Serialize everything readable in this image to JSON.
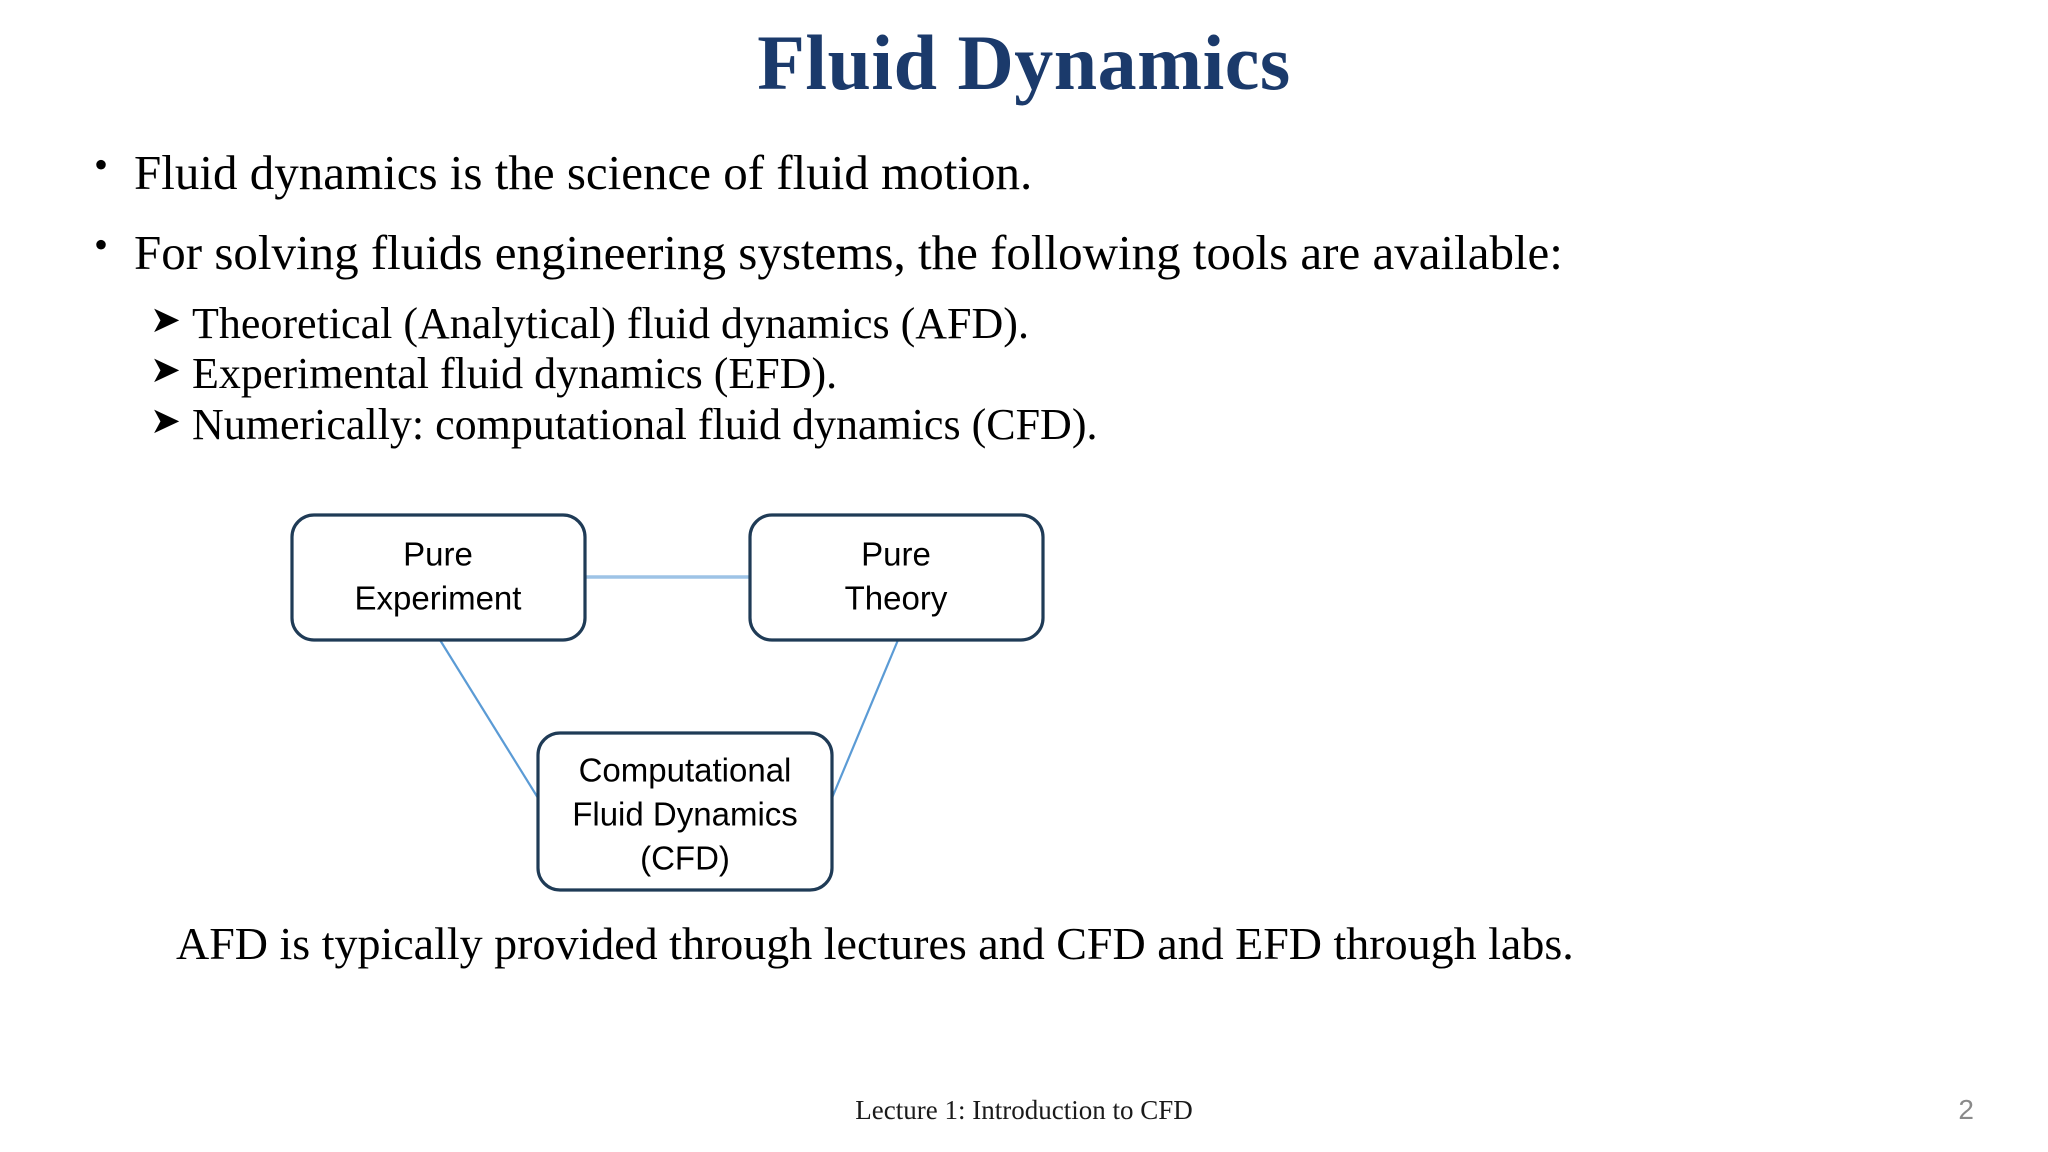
{
  "slide": {
    "title": "Fluid Dynamics",
    "title_color": "#1B3A6B",
    "background_color": "#FFFFFF",
    "text_color": "#000000"
  },
  "bullets": [
    {
      "level": 1,
      "marker": "•",
      "text": "Fluid dynamics is the science of fluid motion."
    },
    {
      "level": 1,
      "marker": "•",
      "text": "For solving fluids engineering systems, the following tools are available:"
    }
  ],
  "sub_bullets": [
    {
      "level": 2,
      "marker": "➤",
      "text": "Theoretical (Analytical) fluid dynamics (AFD)."
    },
    {
      "level": 2,
      "marker": "➤",
      "text": "Experimental fluid dynamics (EFD)."
    },
    {
      "level": 2,
      "marker": "➤",
      "text": "Numerically: computational fluid dynamics (CFD)."
    }
  ],
  "diagram": {
    "border_color": "#1F3B56",
    "connector_color": "#5B9BD5",
    "connector_h_color": "#9DC3E6",
    "nodes": [
      {
        "id": "pure-experiment",
        "lines": [
          "Pure",
          "Experiment"
        ]
      },
      {
        "id": "pure-theory",
        "lines": [
          "Pure",
          "Theory"
        ]
      },
      {
        "id": "cfd",
        "lines": [
          "Computational",
          "Fluid Dynamics",
          "(CFD)"
        ]
      }
    ],
    "connectors": [
      {
        "from": "pure-experiment",
        "to": "pure-theory"
      },
      {
        "from": "pure-experiment",
        "to": "cfd"
      },
      {
        "from": "pure-theory",
        "to": "cfd"
      }
    ]
  },
  "closing": {
    "text": "AFD is typically provided through lectures and CFD and EFD through labs."
  },
  "footer": {
    "text": "Lecture 1: Introduction to CFD",
    "page_number": "2",
    "page_number_color": "#8A8A8A"
  }
}
